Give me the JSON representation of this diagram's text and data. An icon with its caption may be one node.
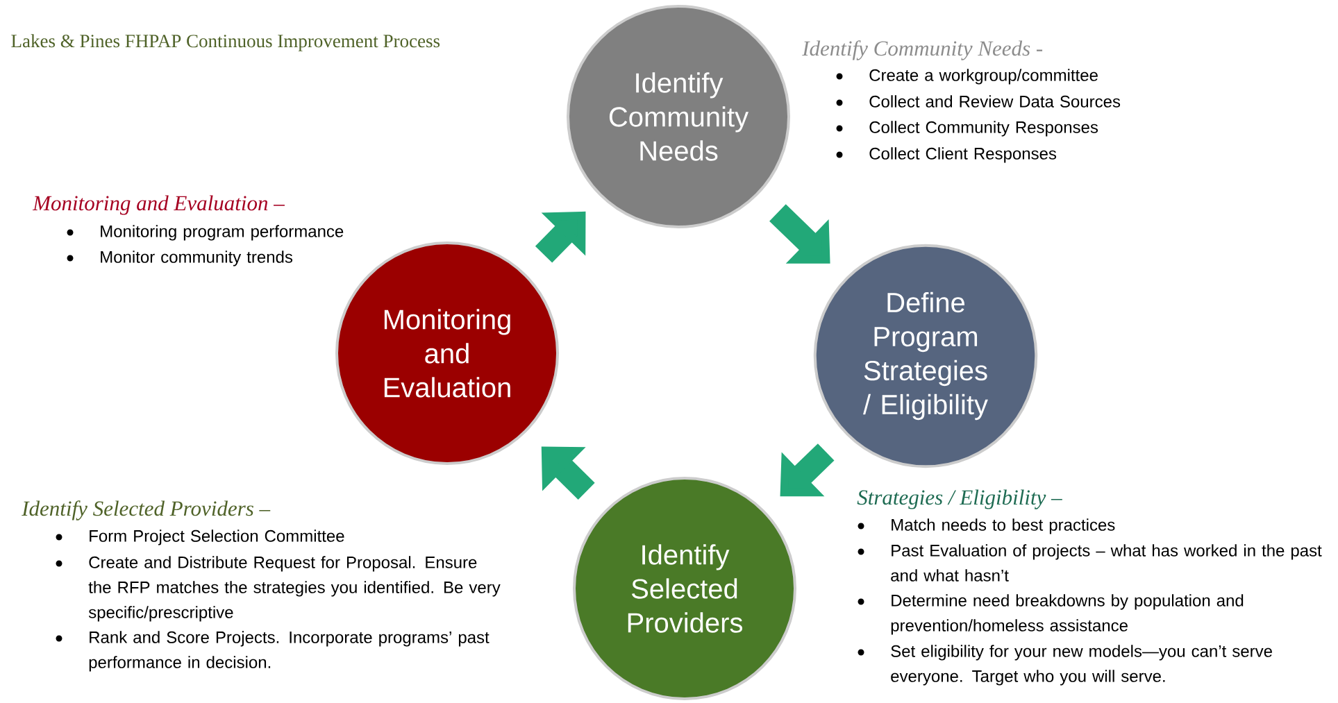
{
  "diagram": {
    "title": "Lakes & Pines FHPAP Continuous Improvement Process",
    "nodes": [
      {
        "text": [
          "Identify Community Needs"
        ]
      },
      {
        "text": [
          "Define Program Strategies / Eligibility"
        ]
      },
      {
        "text": [
          "Identify Selected Providers"
        ]
      },
      {
        "text": [
          "Monitoring and Evaluation"
        ]
      }
    ],
    "edges": [
      {
        "from": 0,
        "to": 1,
        "arrow": "to"
      },
      {
        "from": 1,
        "to": 2,
        "arrow": "to"
      },
      {
        "from": 2,
        "to": 3,
        "arrow": "to"
      },
      {
        "from": 3,
        "to": 0,
        "arrow": "to"
      }
    ],
    "labels": [
      "Identify Community Needs -",
      "Create a workgroup/committee",
      "Collect and Review Data Sources",
      "Collect Community Responses",
      "Collect Client Responses",
      "Monitoring and Evaluation –",
      "Monitoring program performance",
      "Monitor community trends",
      "Identify Selected Providers –",
      "Form Project Selection Committee",
      "Create and Distribute Request for Proposal.  Ensure the RFP matches the strategies you identified.  Be very specific/prescriptive",
      "Rank and Score Projects.  Incorporate programs’ past performance in decision.",
      "Strategies / Eligibility –",
      "Match needs to best practices",
      "Past Evaluation of projects – what has worked in the past and what hasn’t",
      "Determine need breakdowns by population and prevention/homeless assistance",
      "Set eligibility for your new models—you can’t serve everyone.  Target who you will serve."
    ]
  }
}
